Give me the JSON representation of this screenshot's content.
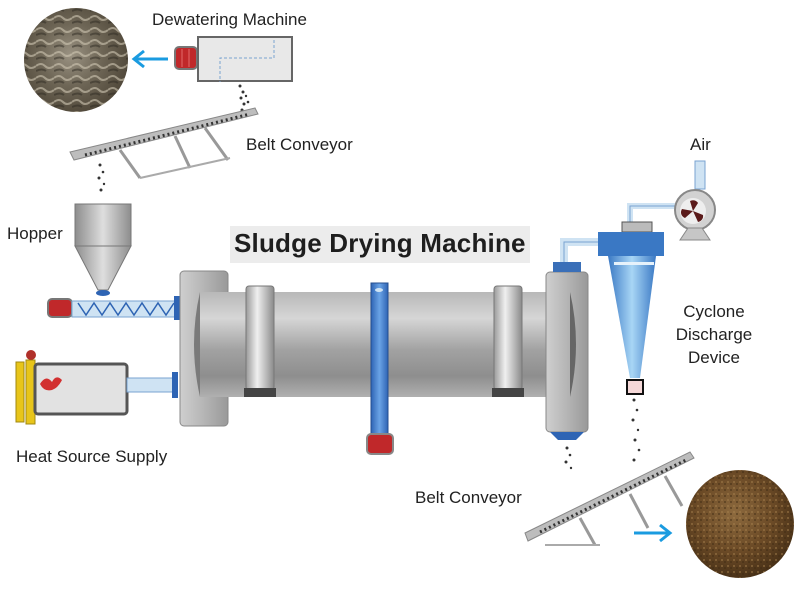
{
  "title": "Sludge Drying Machine",
  "labels": {
    "dewatering_machine": "Dewatering Machine",
    "belt_conveyor_top": "Belt Conveyor",
    "hopper": "Hopper",
    "heat_source_supply": "Heat Source Supply",
    "air": "Air",
    "cyclone_line1": "Cyclone",
    "cyclone_line2": "Discharge",
    "cyclone_line3": "Device",
    "belt_conveyor_bottom": "Belt Conveyor"
  },
  "colors": {
    "arrow": "#1a9be0",
    "steel": "#a9a9a9",
    "cyclone_blue": "#4f8fd6",
    "motor_red": "#c0282a",
    "heat_yellow": "#e8c51a",
    "wet_sludge": "#6e6656",
    "dry_sludge": "#6b4a26"
  },
  "images": {
    "wet_sludge": "wet sludge photo (input)",
    "dry_sludge": "dried sludge powder photo (output)"
  }
}
